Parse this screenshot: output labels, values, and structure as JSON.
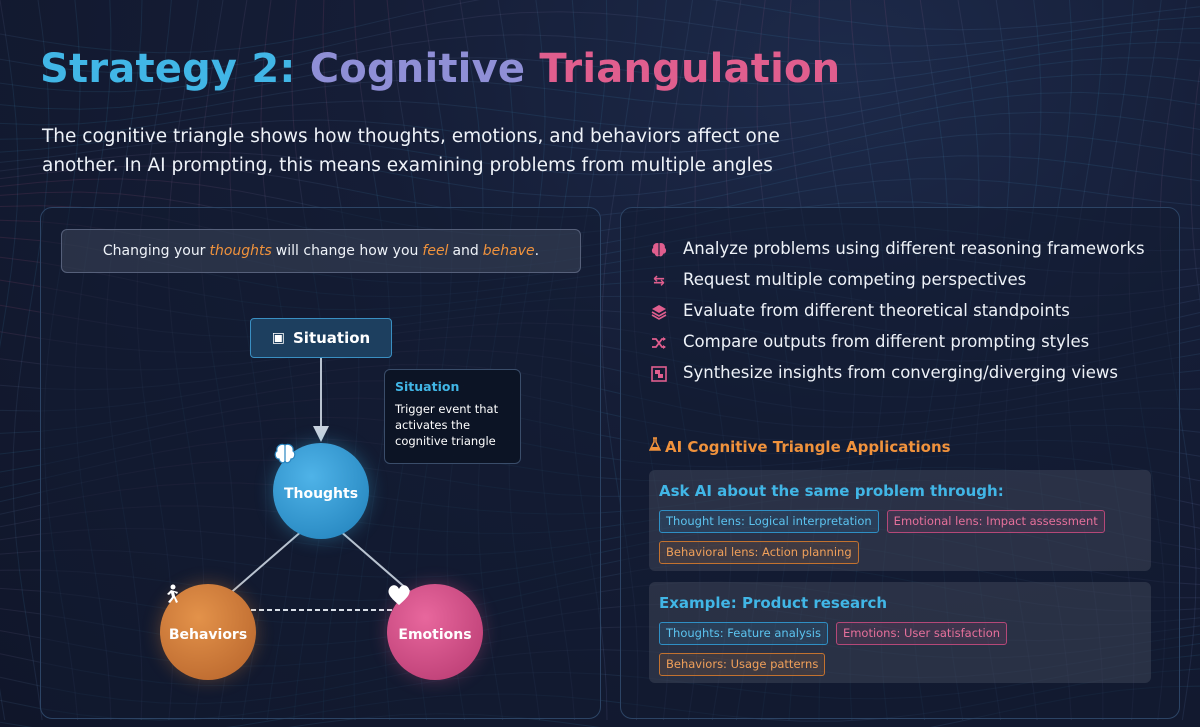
{
  "header": {
    "title_part1": "Strategy 2:",
    "title_part2": "Cognitive",
    "title_part3": "Triangulation",
    "subtitle": "The cognitive triangle shows how thoughts, emotions, and behaviors affect one another. In AI prompting, this means examining problems from multiple angles"
  },
  "quote": {
    "prefix": "Changing your",
    "hl1": "thoughts",
    "middle": "will change how you",
    "hl2": "feel",
    "and": "and",
    "hl3": "behave",
    "suffix": "."
  },
  "diagram": {
    "situation_label": "Situation",
    "tooltip_title": "Situation",
    "tooltip_text": "Trigger event that activates the cognitive triangle",
    "nodes": {
      "thoughts": "Thoughts",
      "behaviors": "Behaviors",
      "emotions": "Emotions"
    }
  },
  "features": [
    {
      "icon": "brain-icon",
      "text": "Analyze problems using different reasoning frameworks"
    },
    {
      "icon": "swap-arrows-icon",
      "text": "Request multiple competing perspectives"
    },
    {
      "icon": "layers-icon",
      "text": "Evaluate from different theoretical standpoints"
    },
    {
      "icon": "shuffle-icon",
      "text": "Compare outputs from different prompting styles"
    },
    {
      "icon": "object-group-icon",
      "text": "Synthesize insights from converging/diverging views"
    }
  ],
  "applications": {
    "heading": "AI Cognitive Triangle Applications",
    "cards": [
      {
        "title": "Ask AI about the same problem through:",
        "tags": [
          {
            "text": "Thought lens: Logical interpretation",
            "color": "blue"
          },
          {
            "text": "Emotional lens: Impact assessment",
            "color": "pink"
          },
          {
            "text": "Behavioral lens: Action planning",
            "color": "orange"
          }
        ]
      },
      {
        "title": "Example: Product research",
        "tags": [
          {
            "text": "Thoughts: Feature analysis",
            "color": "blue"
          },
          {
            "text": "Emotions: User satisfaction",
            "color": "pink"
          },
          {
            "text": "Behaviors: Usage patterns",
            "color": "orange"
          }
        ]
      }
    ]
  },
  "colors": {
    "blue": "#41b6e6",
    "purple": "#8f8fd6",
    "pink": "#e05e8e",
    "orange": "#f0923c",
    "background": "#151d36"
  }
}
